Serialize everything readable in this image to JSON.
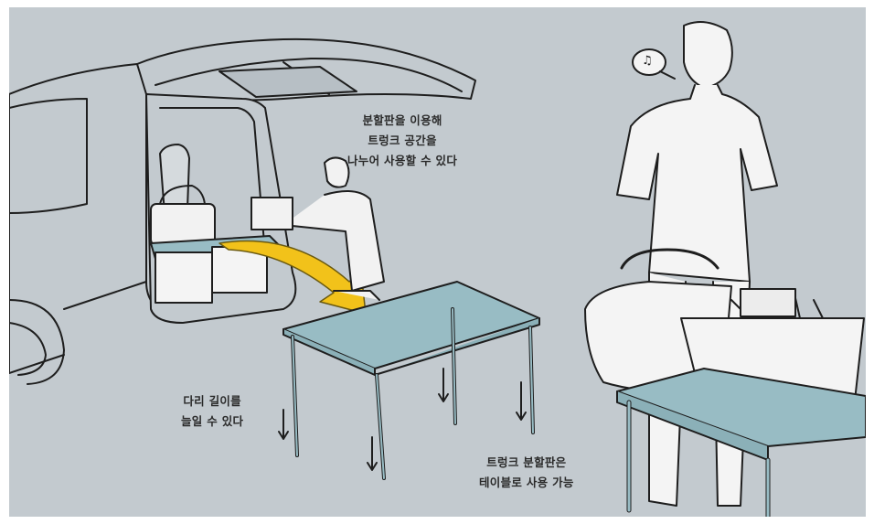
{
  "illustration": {
    "background_color": "#c3cacf",
    "table_color": "#98bcc4",
    "arrow_color": "#f2c21a",
    "labels": {
      "divider": {
        "lines": [
          "분할판을 이용해",
          "트렁크 공간을",
          "나누어 사용할 수 있다"
        ]
      },
      "legs": {
        "lines": [
          "다리 길이를",
          "늘일 수 있다"
        ]
      },
      "table": {
        "lines": [
          "트렁크 분할판은",
          "테이블로 사용 가능"
        ]
      }
    },
    "speech_bubble": {
      "glyph": "♫"
    }
  }
}
